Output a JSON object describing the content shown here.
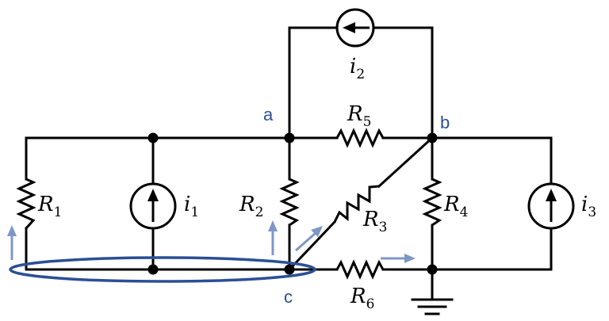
{
  "nodes": {
    "a": "a",
    "b": "b",
    "c": "c"
  },
  "resistors": {
    "r1": {
      "symbol": "R",
      "sub": "1"
    },
    "r2": {
      "symbol": "R",
      "sub": "2"
    },
    "r3": {
      "symbol": "R",
      "sub": "3"
    },
    "r4": {
      "symbol": "R",
      "sub": "4"
    },
    "r5": {
      "symbol": "R",
      "sub": "5"
    },
    "r6": {
      "symbol": "R",
      "sub": "6"
    }
  },
  "sources": {
    "i1": {
      "symbol": "i",
      "sub": "1"
    },
    "i2": {
      "symbol": "i",
      "sub": "2"
    },
    "i3": {
      "symbol": "i",
      "sub": "3"
    }
  },
  "colors": {
    "wire": "#000000",
    "node_label": "#2b4f95",
    "annotation_arrow": "#7f97c5",
    "loop_ellipse": "#2b4f95"
  }
}
